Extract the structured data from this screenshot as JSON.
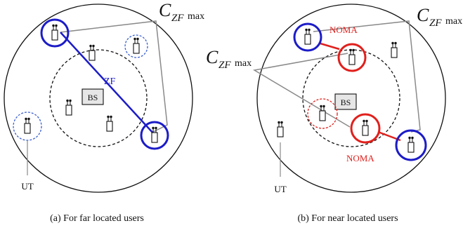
{
  "panels": [
    {
      "caption": "(a) For far located users",
      "bs_label": "BS",
      "zf_label": "ZF",
      "cmax_label": {
        "main": "C",
        "sub": "ZF",
        "suffix": "max"
      },
      "ut_label": "UT"
    },
    {
      "caption": "(b) For near located users",
      "bs_label": "BS",
      "noma_label_top": "NOMA",
      "noma_label_bottom": "NOMA",
      "cmax_label_right": {
        "main": "C",
        "sub": "ZF",
        "suffix": "max"
      },
      "cmax_label_left": {
        "main": "C",
        "sub": "ZF",
        "suffix": "max"
      },
      "ut_label": "UT"
    }
  ],
  "colors": {
    "zf_blue": "#1c1cc8",
    "noma_red": "#e0201c",
    "dashed_blue": "#3a5fd0",
    "dashed_red": "#e0201c",
    "bracket_gray": "#8a8a8a",
    "ink": "#111111"
  },
  "icons": [
    "user-terminal-icon",
    "base-station-box"
  ]
}
